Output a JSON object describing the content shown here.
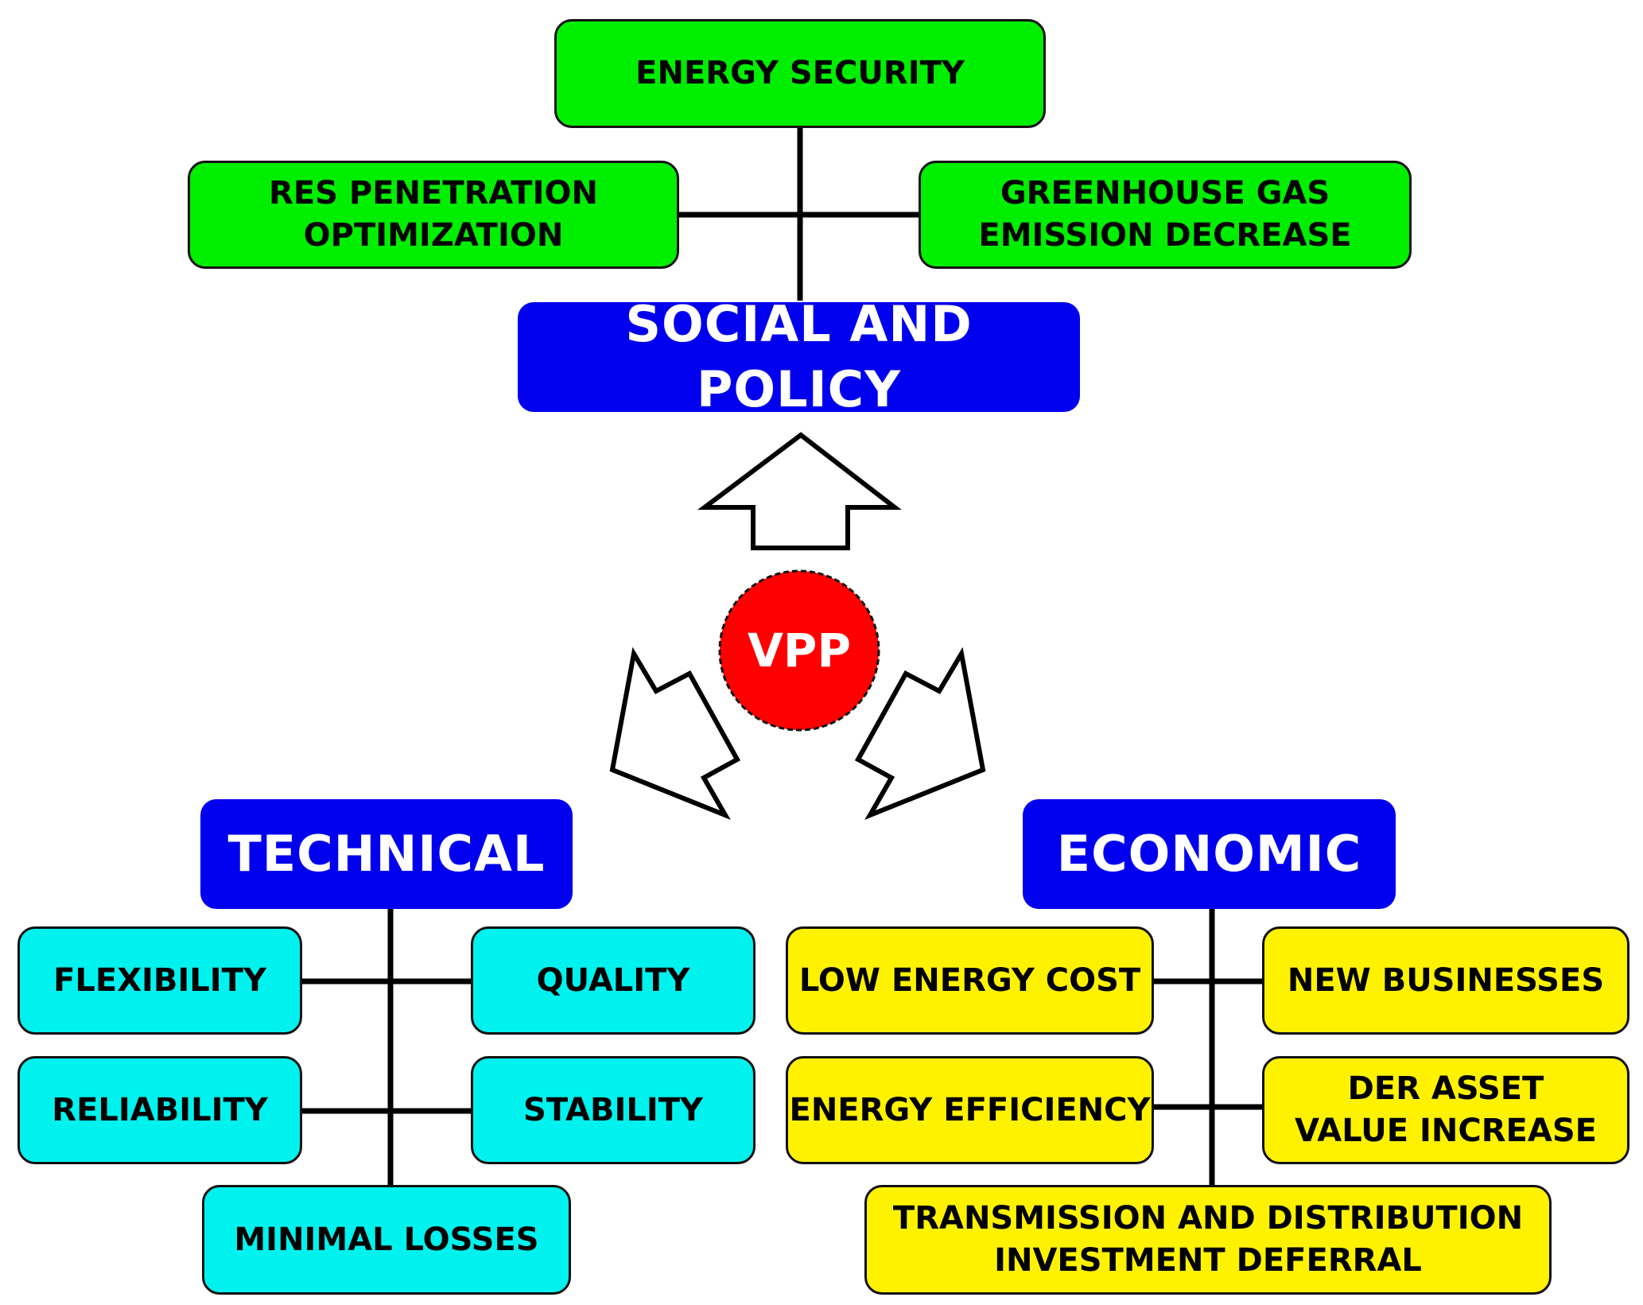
{
  "center": {
    "label": "VPP"
  },
  "social": {
    "title": "SOCIAL AND POLICY",
    "items": {
      "energy_security": "ENERGY SECURITY",
      "res_penetration": "RES PENETRATION\nOPTIMIZATION",
      "greenhouse": "GREENHOUSE GAS\nEMISSION DECREASE"
    }
  },
  "technical": {
    "title": "TECHNICAL",
    "items": {
      "flexibility": "FLEXIBILITY",
      "quality": "QUALITY",
      "reliability": "RELIABILITY",
      "stability": "STABILITY",
      "minimal_losses": "MINIMAL LOSSES"
    }
  },
  "economic": {
    "title": "ECONOMIC",
    "items": {
      "low_energy_cost": "LOW ENERGY COST",
      "new_businesses": "NEW BUSINESSES",
      "energy_efficiency": "ENERGY EFFICIENCY",
      "der_asset": "DER ASSET\nVALUE INCREASE",
      "transmission": "TRANSMISSION AND DISTRIBUTION\nINVESTMENT DEFERRAL"
    }
  },
  "colors": {
    "category_header": "#0000ee",
    "social_items": "#00ee00",
    "technical_items": "#00f2ee",
    "economic_items": "#fff200",
    "vpp_circle": "#ff0000"
  }
}
